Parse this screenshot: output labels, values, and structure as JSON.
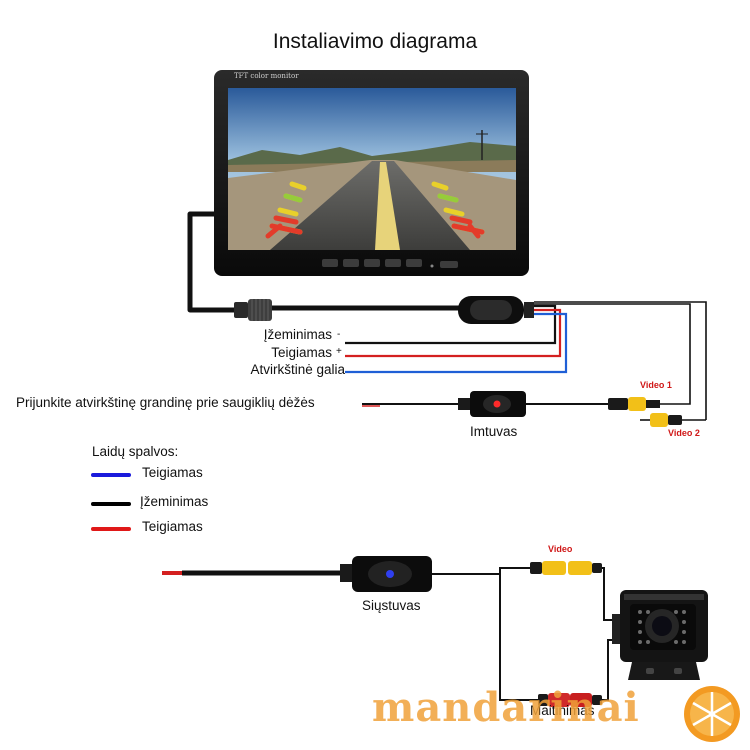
{
  "title": "Instaliavimo diagrama",
  "monitor": {
    "brand_text": "TFT color monitor"
  },
  "wire_labels": [
    {
      "text": "Įžeminimas",
      "sign": "-"
    },
    {
      "text": "Teigiamas",
      "sign": "+"
    },
    {
      "text": "Atvirkštinė galia",
      "sign": ""
    }
  ],
  "fuse_label": "Prijunkite atvirkštinę grandinę prie saugiklių dėžės",
  "receiver_label": "Imtuvas",
  "video_labels": {
    "video1": "Video 1",
    "video2": "Video 2",
    "video": "Video"
  },
  "legend": {
    "title": "Laidų spalvos:",
    "items": [
      {
        "label": "Teigiamas",
        "color": "#1a1adc"
      },
      {
        "label": "Įžeminimas",
        "color": "#000000"
      },
      {
        "label": "Teigiamas",
        "color": "#e01818"
      }
    ]
  },
  "transmitter_label": "Siųstuvas",
  "power_label": "Maitinimas",
  "watermark": "mandarinai",
  "colors": {
    "wire_black": "#111111",
    "wire_red": "#d42020",
    "wire_blue": "#1f5fd6",
    "connector_yellow": "#f2c018",
    "brand": "#f0a23a"
  }
}
